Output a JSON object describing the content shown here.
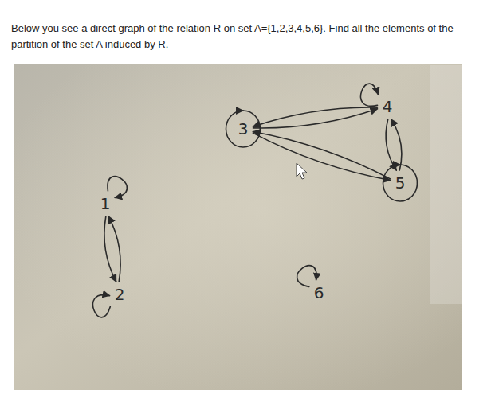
{
  "diagram": {
    "title": "Below you see a direct graph of the relation R on set A={1,2,3,4,5,6}. Find all the elements of the partition of the set A induced by R.",
    "nodes": [
      {
        "text": [
          "1"
        ]
      },
      {
        "text": [
          "2"
        ]
      },
      {
        "text": [
          "3"
        ]
      },
      {
        "text": [
          "4"
        ]
      },
      {
        "text": [
          "5"
        ]
      },
      {
        "text": [
          "6"
        ]
      }
    ],
    "edges": [
      {
        "from": 0,
        "to": 1,
        "arrow": "to"
      },
      {
        "from": 1,
        "to": 0,
        "arrow": "to"
      },
      {
        "from": 0,
        "to": 0,
        "arrow": "to"
      },
      {
        "from": 1,
        "to": 1,
        "arrow": "to"
      },
      {
        "from": 2,
        "to": 3,
        "arrow": "to"
      },
      {
        "from": 3,
        "to": 2,
        "arrow": "to"
      },
      {
        "from": 2,
        "to": 4,
        "arrow": "to"
      },
      {
        "from": 4,
        "to": 2,
        "arrow": "to"
      },
      {
        "from": 3,
        "to": 4,
        "arrow": "to"
      },
      {
        "from": 4,
        "to": 3,
        "arrow": "to"
      },
      {
        "from": 2,
        "to": 2,
        "arrow": "to"
      },
      {
        "from": 3,
        "to": 3,
        "arrow": "to"
      },
      {
        "from": 4,
        "to": 4,
        "arrow": "to"
      },
      {
        "from": 5,
        "to": 5,
        "arrow": "to"
      }
    ]
  }
}
